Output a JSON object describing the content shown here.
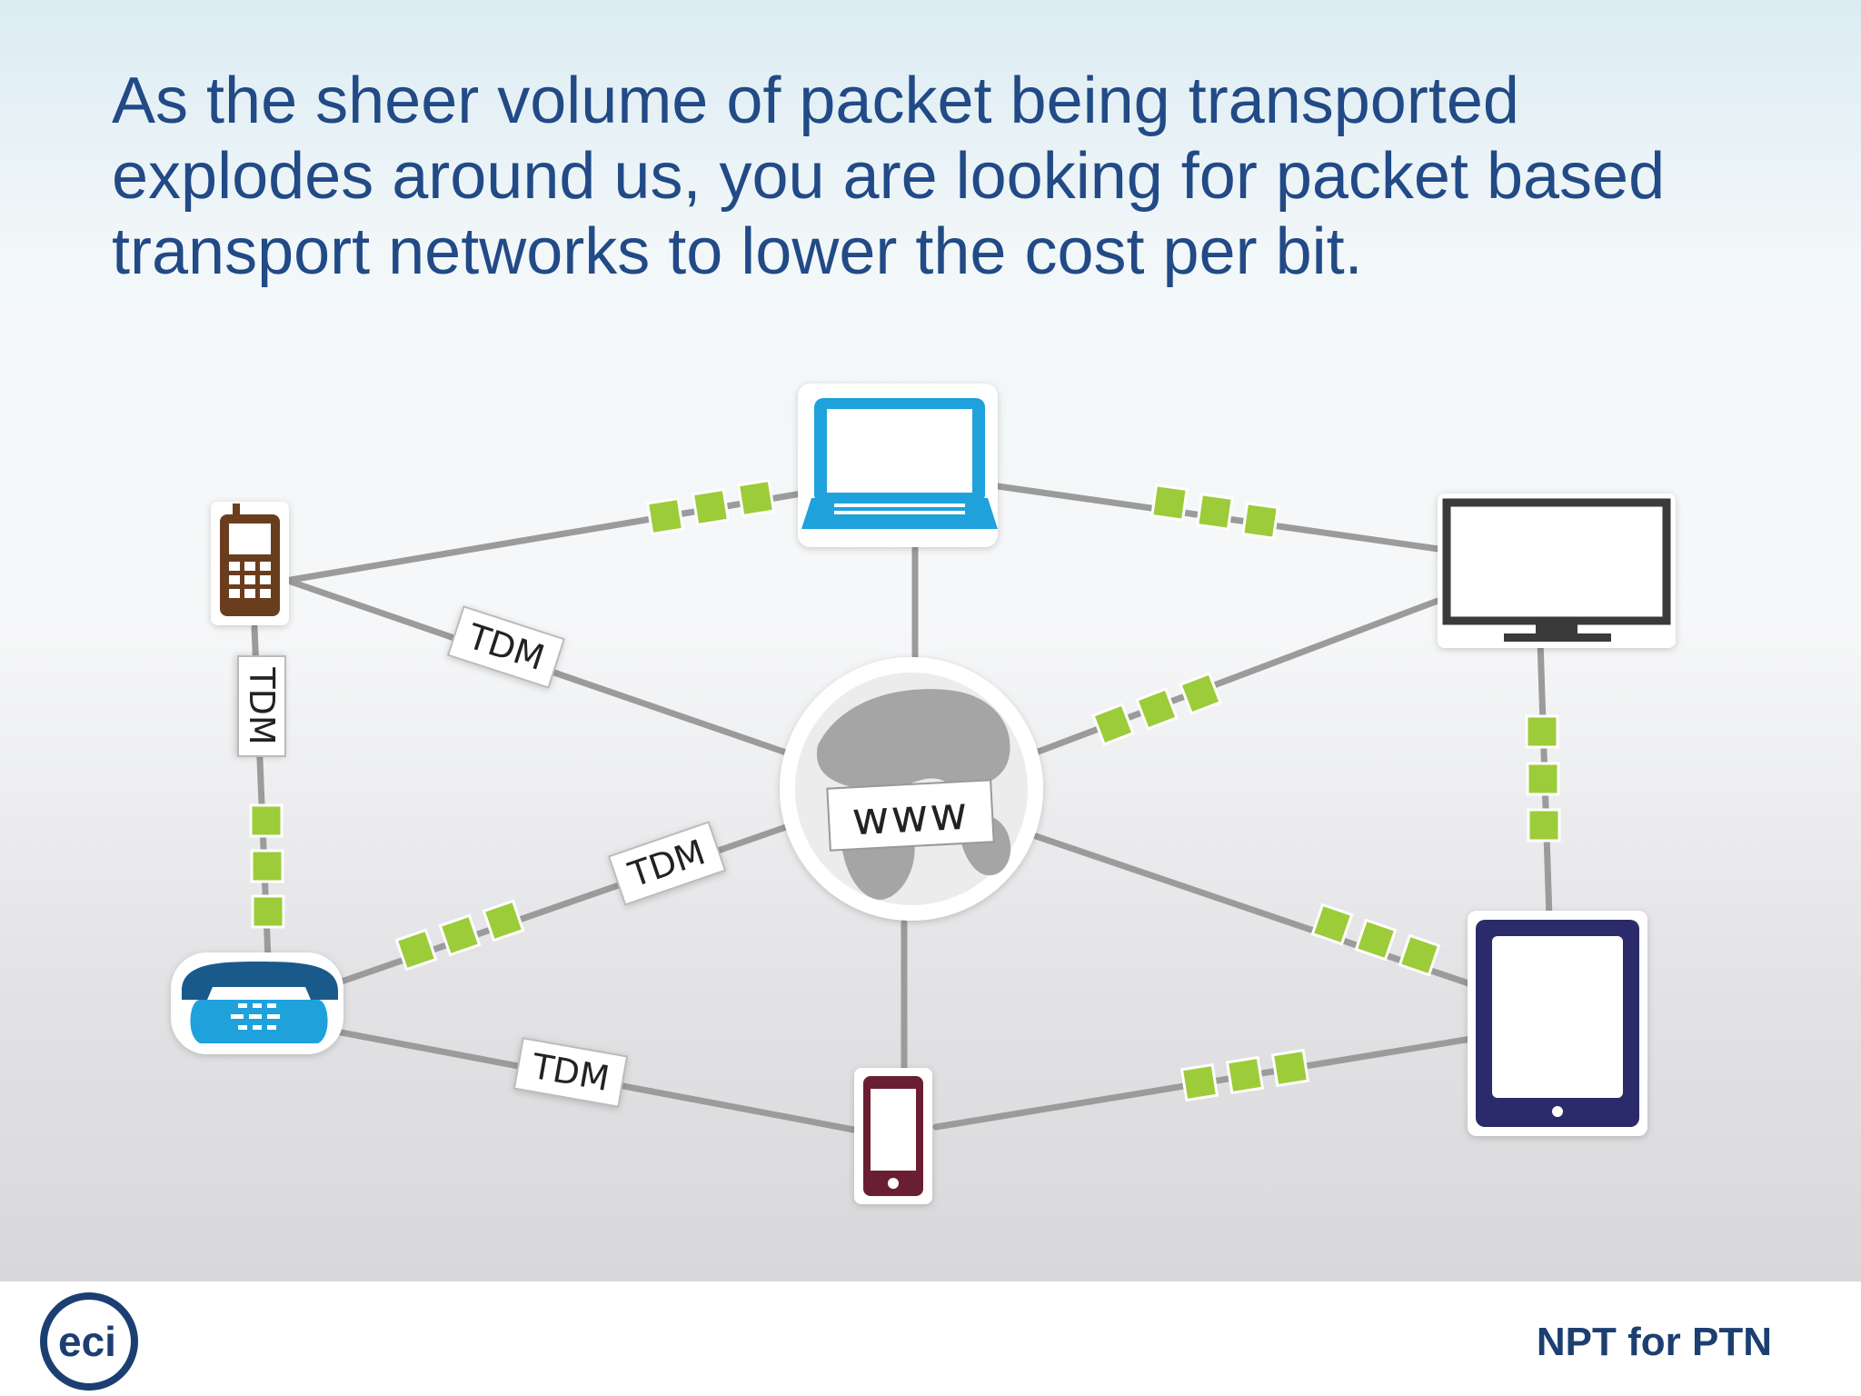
{
  "slide": {
    "headline": "As the sheer volume of packet being transported explodes around us, you are looking for packet based transport networks to lower the cost per bit.",
    "footer_label": "NPT for PTN",
    "logo_text": "eci"
  },
  "diagram": {
    "hub_label": "www",
    "tdm_label": "TDM",
    "nodes": [
      {
        "id": "laptop",
        "icon": "laptop-icon"
      },
      {
        "id": "monitor",
        "icon": "monitor-icon"
      },
      {
        "id": "cell-phone",
        "icon": "cell-phone-icon"
      },
      {
        "id": "desk-phone",
        "icon": "desk-phone-icon"
      },
      {
        "id": "smartphone",
        "icon": "smartphone-icon"
      },
      {
        "id": "tablet",
        "icon": "tablet-icon"
      },
      {
        "id": "globe",
        "icon": "globe-icon"
      }
    ],
    "links": [
      {
        "from": "cell-phone",
        "to": "laptop",
        "type": "packet"
      },
      {
        "from": "laptop",
        "to": "monitor",
        "type": "packet"
      },
      {
        "from": "cell-phone",
        "to": "globe",
        "type": "TDM"
      },
      {
        "from": "laptop",
        "to": "globe",
        "type": "plain"
      },
      {
        "from": "globe",
        "to": "monitor",
        "type": "packet"
      },
      {
        "from": "cell-phone",
        "to": "desk-phone",
        "type": "TDM + packet"
      },
      {
        "from": "monitor",
        "to": "tablet",
        "type": "packet"
      },
      {
        "from": "desk-phone",
        "to": "globe",
        "type": "TDM + packet"
      },
      {
        "from": "globe",
        "to": "tablet",
        "type": "packet"
      },
      {
        "from": "globe",
        "to": "smartphone",
        "type": "plain"
      },
      {
        "from": "desk-phone",
        "to": "smartphone",
        "type": "TDM"
      },
      {
        "from": "smartphone",
        "to": "tablet",
        "type": "packet"
      }
    ],
    "colors": {
      "link": "#9b9b9b",
      "packet": "#9ccc3a",
      "laptop": "#1fa1dc",
      "tablet": "#2b2b6b",
      "smartphone": "#6a1e33",
      "cell_phone": "#6b3d1f",
      "headline": "#214a86",
      "footer_text": "#1c3f72"
    }
  }
}
